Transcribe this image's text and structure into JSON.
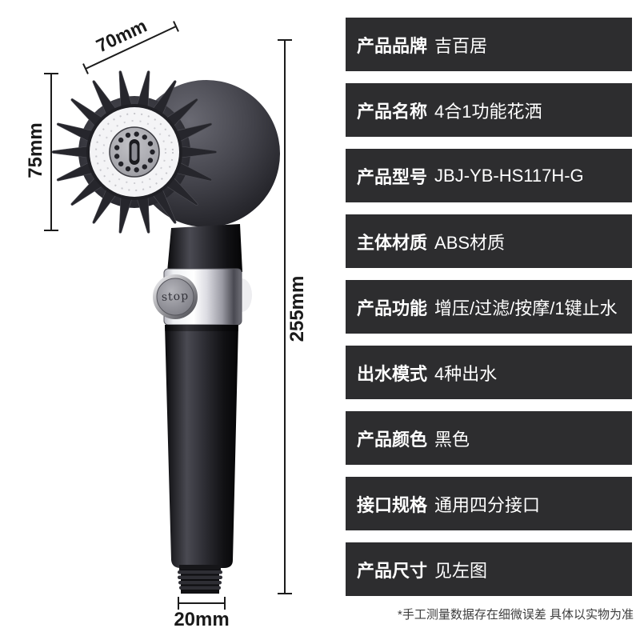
{
  "page": {
    "background": "#ffffff"
  },
  "diagram": {
    "dimensions": {
      "head_width": "70mm",
      "head_face_height": "75mm",
      "total_length": "255mm",
      "connector_width": "20mm"
    },
    "stop_button_label": "stop",
    "product_color": "#1c1c21"
  },
  "specs": {
    "row_bg": "#2d2d2f",
    "text_color": "#ffffff",
    "rows": [
      {
        "label": "产品品牌",
        "value": "吉百居"
      },
      {
        "label": "产品名称",
        "value": "4合1功能花洒"
      },
      {
        "label": "产品型号",
        "value": "JBJ-YB-HS117H-G"
      },
      {
        "label": "主体材质",
        "value": "ABS材质"
      },
      {
        "label": "产品功能",
        "value": "增压/过滤/按摩/1键止水"
      },
      {
        "label": "出水模式",
        "value": "4种出水"
      },
      {
        "label": "产品颜色",
        "value": "黑色"
      },
      {
        "label": "接口规格",
        "value": "通用四分接口"
      },
      {
        "label": "产品尺寸",
        "value": "见左图"
      }
    ]
  },
  "footnote": "*手工测量数据存在细微误差 具体以实物为准"
}
